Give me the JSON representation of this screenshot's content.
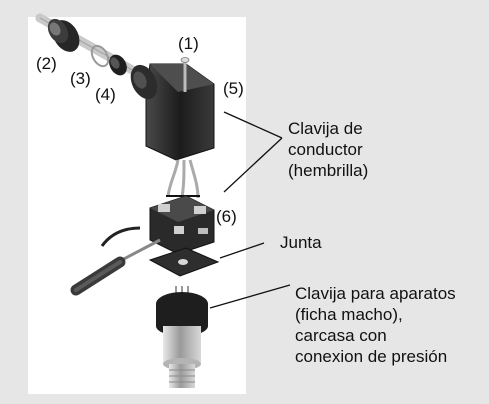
{
  "colors": {
    "background": "#e6e6e6",
    "panel": "#ffffff",
    "plastic": "#2a2a2a",
    "metal": "#bdbdbd",
    "text": "#111111"
  },
  "markers": {
    "m1": "(1)",
    "m2": "(2)",
    "m3": "(3)",
    "m4": "(4)",
    "m5": "(5)",
    "m6": "(6)"
  },
  "callouts": {
    "conductor_line1": "Clavija de",
    "conductor_line2": "conductor",
    "conductor_line3": "(hembrilla)",
    "junta": "Junta",
    "aparatos_line1": "Clavija para aparatos",
    "aparatos_line2": "(ficha macho),",
    "aparatos_line3": "carcasa con",
    "aparatos_line4": "conexion de presión"
  },
  "icons": {
    "gland_nut": "cable-gland-nut-icon",
    "washer": "washer-icon",
    "seal": "seal-ring-icon",
    "screw": "screw-icon",
    "connector_housing": "connector-housing-icon",
    "contact_insert": "contact-insert-icon",
    "gasket": "gasket-icon",
    "screwdriver": "screwdriver-icon",
    "pressure_housing": "pressure-housing-icon"
  }
}
